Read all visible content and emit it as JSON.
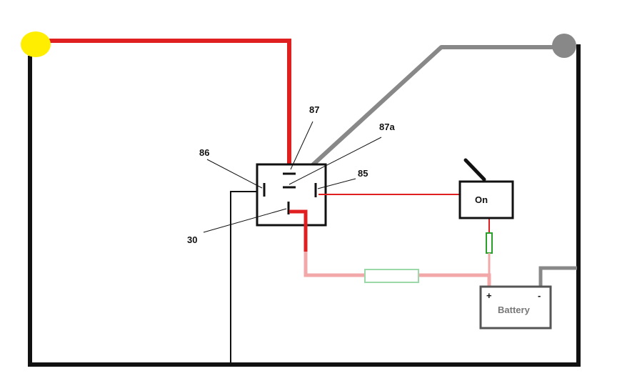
{
  "colors": {
    "black_wire": "#111111",
    "red_wire": "#e02020",
    "pink_wire": "#f2a8a8",
    "gray_wire": "#888888",
    "yellow_lamp": "#ffee00",
    "gray_lamp": "#888888",
    "fuse_green": "#2aa02a",
    "resistor_green": "#9cd9a8",
    "battery_border": "#555555"
  },
  "relay": {
    "pin_87": "87",
    "pin_87a": "87a",
    "pin_86": "86",
    "pin_85": "85",
    "pin_30": "30"
  },
  "switch": {
    "label": "On"
  },
  "battery": {
    "label": "Battery",
    "plus": "+",
    "minus": "-"
  }
}
